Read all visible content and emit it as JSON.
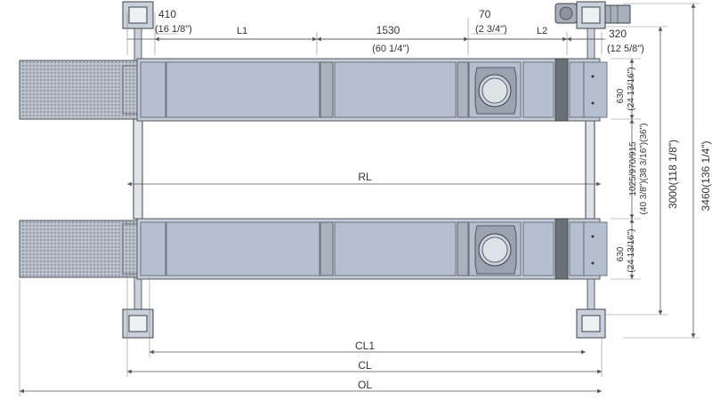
{
  "colors": {
    "runway": "#c3cbd6",
    "panel": "#b4c0cf",
    "outline": "#555a62",
    "dimension_line": "#555555",
    "text": "#333333"
  },
  "labels": {
    "dim_410": "410",
    "dim_410_in": "(16 1/8\")",
    "dim_l1": "L1",
    "dim_1530": "1530",
    "dim_1530_in": "(60 1/4\")",
    "dim_70": "70",
    "dim_70_in": "(2 3/4\")",
    "dim_l2": "L2",
    "dim_320": "320",
    "dim_320_in": "(12 5/8\")",
    "dim_630_top": "630",
    "dim_630_top_in": "(24 13/16\")",
    "dim_width": "1025/970/915",
    "dim_width_in": "(40 3/8\")(38 3/16\")(36\")",
    "dim_630_bottom": "630",
    "dim_630_bottom_in": "(24 13/16\")",
    "dim_3000": "3000(118 1/8\")",
    "dim_3460": "3460(136 1/4\")",
    "dim_rl": "RL",
    "dim_cl1": "CL1",
    "dim_cl": "CL",
    "dim_ol": "OL"
  }
}
